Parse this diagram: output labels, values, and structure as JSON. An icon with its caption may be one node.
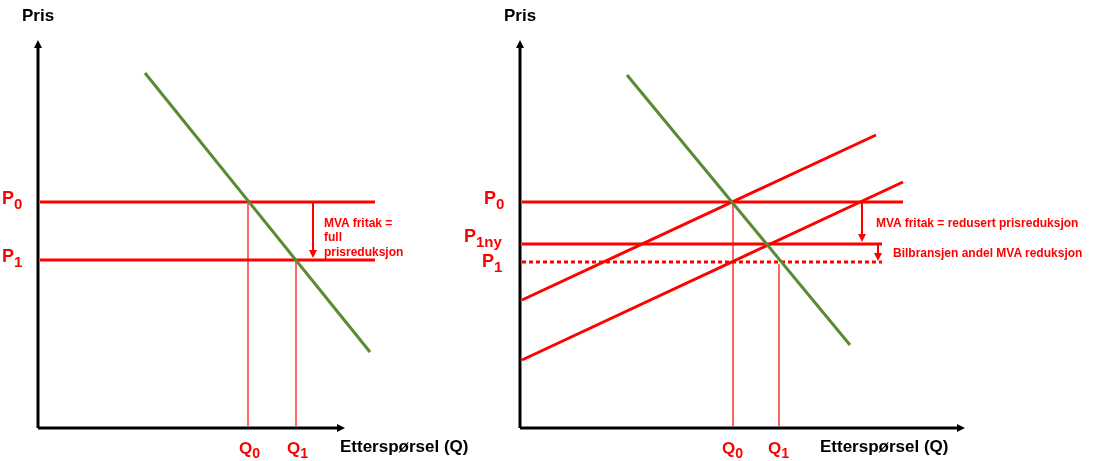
{
  "diagram": {
    "labels": [
      "Pris",
      "P$_{0}$",
      "MVA fritak = full prisreduksjon",
      "P$_{1}$",
      "Q$_{0}$",
      "Q$_{1}$",
      "Etterspørsel (Q)",
      "Pris",
      "P$_{0}$",
      "MVA fritak = redusert prisreduksjon",
      "P$_{1ny}$",
      "Bilbransjen andel MVA reduksjon",
      "P$_{1}$",
      "Q$_{0}$",
      "Q$_{1}$",
      "Etterspørsel (Q)"
    ]
  }
}
